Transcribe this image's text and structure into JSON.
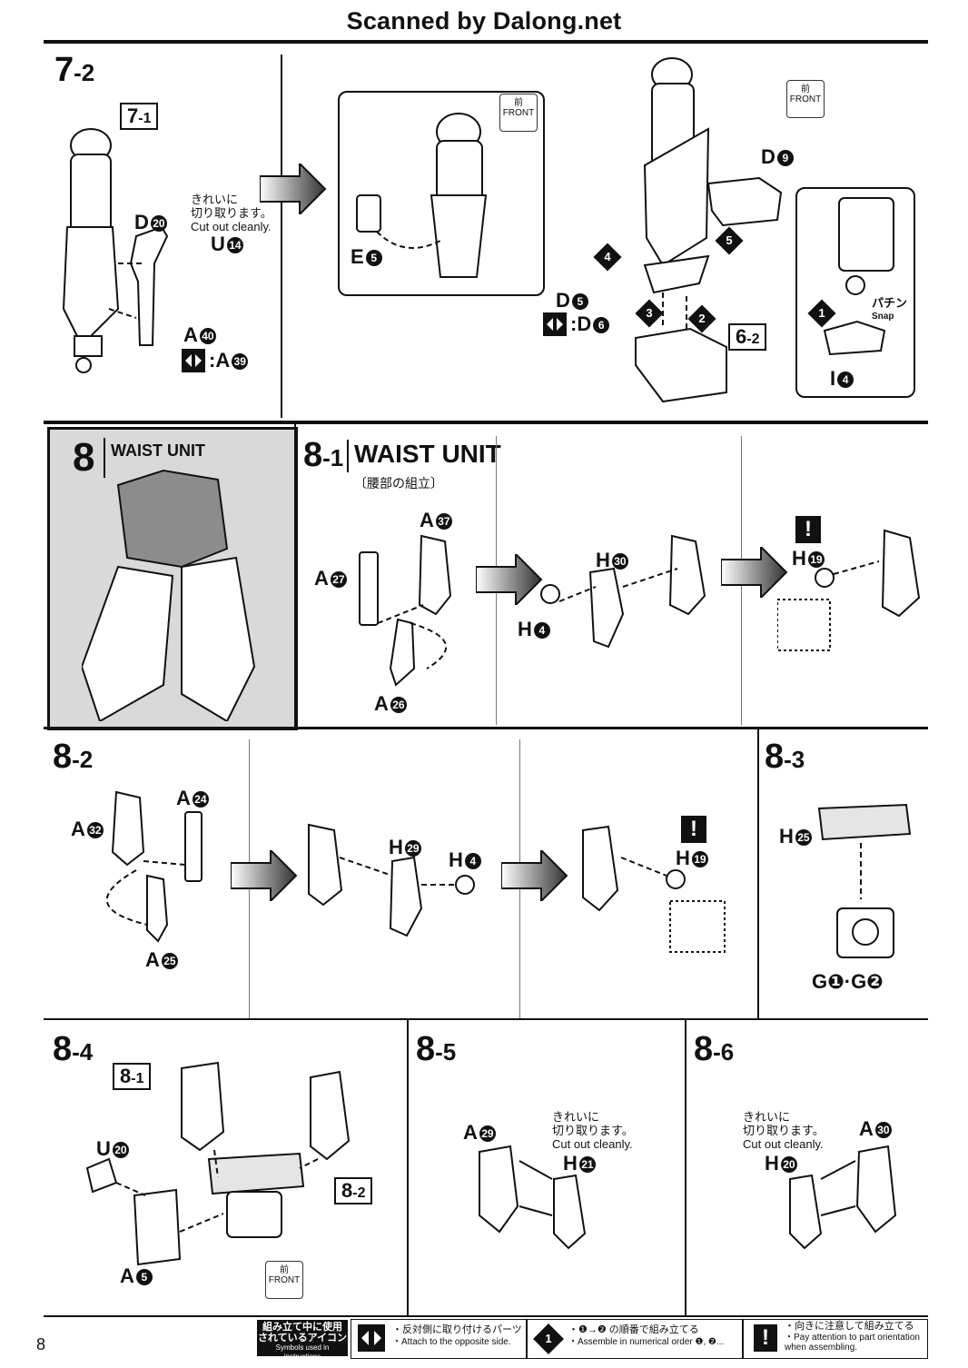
{
  "header": {
    "title": "Scanned by Dalong.net"
  },
  "page_number": "8",
  "steps": {
    "s72": {
      "label_main": "7",
      "label_sub": "-2",
      "ref_71": {
        "main": "7",
        "sub": "-1"
      },
      "ref_62": {
        "main": "6",
        "sub": "-2"
      },
      "note_jp": "きれいに\n切り取ります。",
      "note_en": "Cut out cleanly.",
      "snap_jp": "パチン",
      "snap_en": "Snap",
      "front_jp": "前",
      "front_en": "FRONT",
      "parts": {
        "d20": {
          "letter": "D",
          "num": "20"
        },
        "u14": {
          "letter": "U",
          "num": "14"
        },
        "a40": {
          "letter": "A",
          "num": "40"
        },
        "a39": {
          "letter": ":A",
          "num": "39"
        },
        "e5": {
          "letter": "E",
          "num": "5"
        },
        "d9": {
          "letter": "D",
          "num": "9"
        },
        "d5": {
          "letter": "D",
          "num": "5"
        },
        "d6": {
          "letter": ":D",
          "num": "6"
        },
        "i4": {
          "letter": "I",
          "num": "4"
        }
      },
      "order": [
        "1",
        "2",
        "3",
        "4",
        "5"
      ]
    },
    "s8": {
      "label": "8",
      "title": "WAIST UNIT"
    },
    "s81": {
      "label_main": "8",
      "label_sub": "-1",
      "title": "WAIST UNIT",
      "title_jp": "〔腰部の組立〕",
      "parts": {
        "a37": {
          "letter": "A",
          "num": "37"
        },
        "a27": {
          "letter": "A",
          "num": "27"
        },
        "a26": {
          "letter": "A",
          "num": "26"
        },
        "h30": {
          "letter": "H",
          "num": "30"
        },
        "h4": {
          "letter": "H",
          "num": "4"
        },
        "h19": {
          "letter": "H",
          "num": "19"
        }
      }
    },
    "s82": {
      "label_main": "8",
      "label_sub": "-2",
      "parts": {
        "a24": {
          "letter": "A",
          "num": "24"
        },
        "a32": {
          "letter": "A",
          "num": "32"
        },
        "a25": {
          "letter": "A",
          "num": "25"
        },
        "h29": {
          "letter": "H",
          "num": "29"
        },
        "h4": {
          "letter": "H",
          "num": "4"
        },
        "h19": {
          "letter": "H",
          "num": "19"
        }
      }
    },
    "s83": {
      "label_main": "8",
      "label_sub": "-3",
      "parts": {
        "h25": {
          "letter": "H",
          "num": "25"
        },
        "g12": "G❶·G❷"
      }
    },
    "s84": {
      "label_main": "8",
      "label_sub": "-4",
      "ref_81": {
        "main": "8",
        "sub": "-1"
      },
      "ref_82": {
        "main": "8",
        "sub": "-2"
      },
      "front_jp": "前",
      "front_en": "FRONT",
      "parts": {
        "u20": {
          "letter": "U",
          "num": "20"
        },
        "a5": {
          "letter": "A",
          "num": "5"
        }
      }
    },
    "s85": {
      "label_main": "8",
      "label_sub": "-5",
      "note_jp": "きれいに\n切り取ります。",
      "note_en": "Cut out cleanly.",
      "parts": {
        "a29": {
          "letter": "A",
          "num": "29"
        },
        "h21": {
          "letter": "H",
          "num": "21"
        }
      }
    },
    "s86": {
      "label_main": "8",
      "label_sub": "-6",
      "note_jp": "きれいに\n切り取ります。",
      "note_en": "Cut out cleanly.",
      "parts": {
        "a30": {
          "letter": "A",
          "num": "30"
        },
        "h20": {
          "letter": "H",
          "num": "20"
        }
      }
    }
  },
  "legend": {
    "title_jp": "組み立て中に使用\nされているアイコン",
    "title_en": "Symbols used in instructions",
    "opposite_jp": "・反対側に取り付けるパーツ",
    "opposite_en": "・Attach to the opposite side.",
    "order_jp": "・❶→❷ の順番で組み立てる",
    "order_en": "・Assemble in numerical order ❶, ❷...",
    "orient_jp": "・向きに注意して組み立てる",
    "orient_en": "・Pay attention to part orientation\n when assembling.",
    "warn_symbol": "!",
    "order_symbol": "1"
  }
}
